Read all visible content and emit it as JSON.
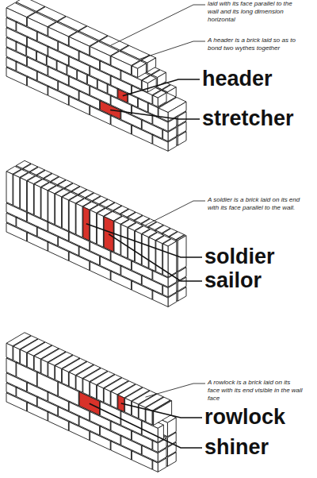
{
  "diagram": {
    "labels": [
      "laid with its face parallel to the wall and its long dimension horizontal",
      "A header is a brick laid so as to bond two wythes together",
      "header",
      "stretcher",
      "A soldier is a brick laid on its end with its face parallel to the wall.",
      "soldier",
      "sailor",
      "A rowlock is a brick laid on its face with its end visible in the wall face",
      "rowlock",
      "shiner"
    ]
  }
}
